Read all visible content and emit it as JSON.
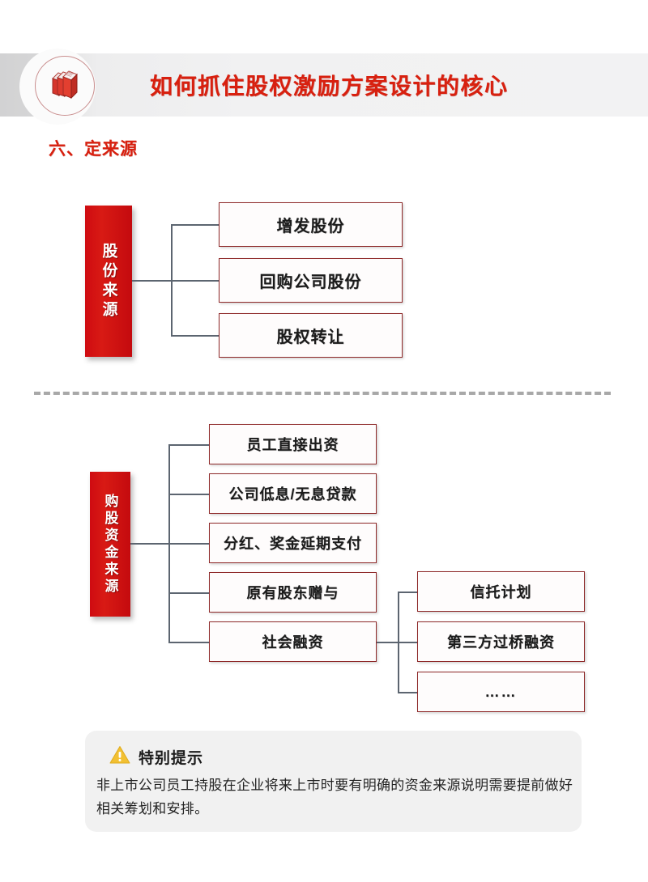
{
  "header": {
    "title": "如何抓住股权激励方案设计的核心",
    "icon": "books-stack-icon",
    "accent_color": "#d8200f",
    "bar_color": "#f1f1f2"
  },
  "section": {
    "heading": "六、定来源"
  },
  "diagram1": {
    "root_label": "股份来源",
    "items": [
      {
        "label": "增发股份"
      },
      {
        "label": "回购公司股份"
      },
      {
        "label": "股权转让"
      }
    ]
  },
  "diagram2": {
    "root_label": "购股资金来源",
    "items": [
      {
        "label": "员工直接出资"
      },
      {
        "label": "公司低息/无息贷款"
      },
      {
        "label": "分红、奖金延期支付"
      },
      {
        "label": "原有股东赠与"
      },
      {
        "label": "社会融资"
      }
    ],
    "sub_items": [
      {
        "label": "信托计划"
      },
      {
        "label": "第三方过桥融资"
      },
      {
        "label": "……"
      }
    ]
  },
  "tip": {
    "icon": "warning-triangle-icon",
    "icon_color": "#f2c032",
    "title": "特别提示",
    "body": "非上市公司员工持股在企业将来上市时要有明确的资金来源说明需要提前做好相关筹划和安排。"
  }
}
